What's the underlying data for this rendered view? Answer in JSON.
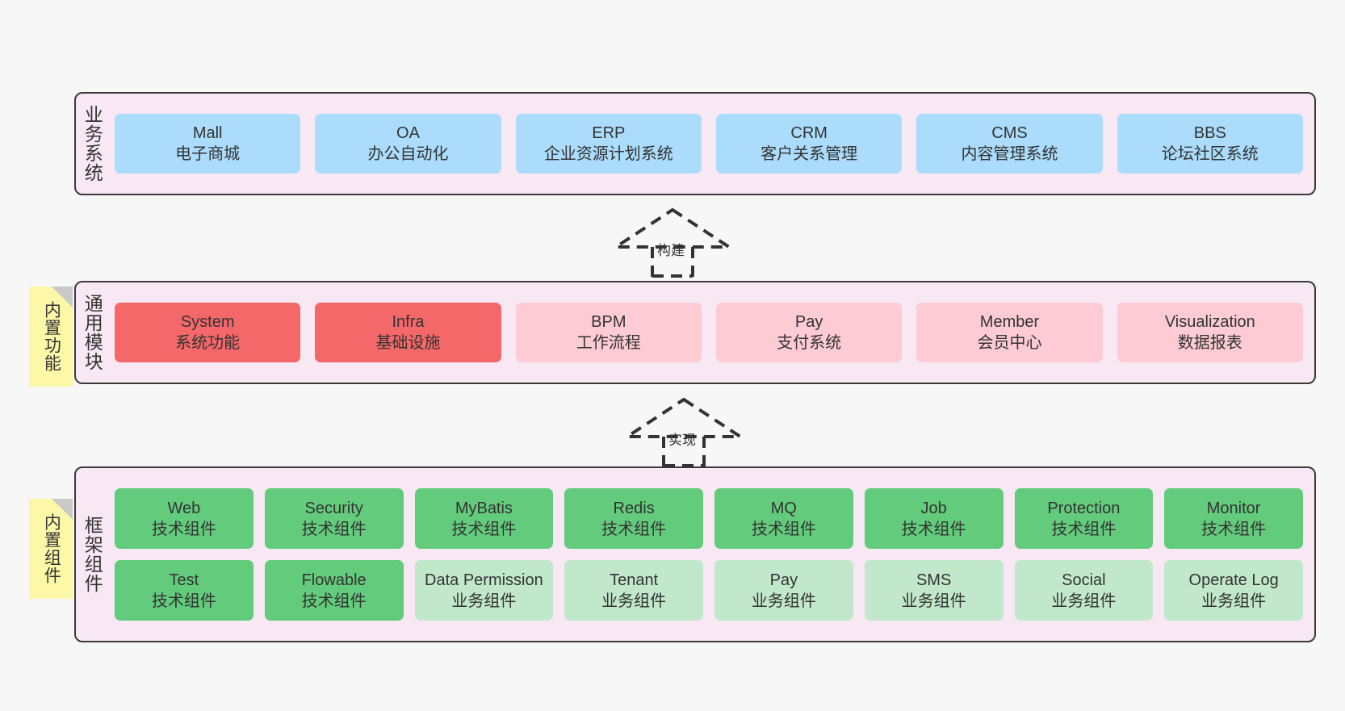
{
  "diagram": {
    "background_color": "#f7f7f7",
    "panel_color": "#f7e8f3",
    "panel_border_color": "#3a3a3a",
    "sticky_color": "#fcf8a8",
    "sticky_fold_color": "#c9c9c9"
  },
  "layers": [
    {
      "title": "业务系统",
      "sticky": null,
      "rows": [
        {
          "cells": [
            {
              "en": "Mall",
              "cn": "电子商城",
              "color": "#abdcfb",
              "style": "c-blue"
            },
            {
              "en": "OA",
              "cn": "办公自动化",
              "color": "#abdcfb",
              "style": "c-blue"
            },
            {
              "en": "ERP",
              "cn": "企业资源计划系统",
              "color": "#abdcfb",
              "style": "c-blue"
            },
            {
              "en": "CRM",
              "cn": "客户关系管理",
              "color": "#abdcfb",
              "style": "c-blue"
            },
            {
              "en": "CMS",
              "cn": "内容管理系统",
              "color": "#abdcfb",
              "style": "c-blue"
            },
            {
              "en": "BBS",
              "cn": "论坛社区系统",
              "color": "#abdcfb",
              "style": "c-blue"
            }
          ]
        }
      ]
    },
    {
      "title": "通用模块",
      "sticky": "内置功能",
      "rows": [
        {
          "cells": [
            {
              "en": "System",
              "cn": "系统功能",
              "color": "#f5686a",
              "style": "c-red"
            },
            {
              "en": "Infra",
              "cn": "基础设施",
              "color": "#f5686a",
              "style": "c-red"
            },
            {
              "en": "BPM",
              "cn": "工作流程",
              "color": "#fccbd3",
              "style": "c-pink"
            },
            {
              "en": "Pay",
              "cn": "支付系统",
              "color": "#fccbd3",
              "style": "c-pink"
            },
            {
              "en": "Member",
              "cn": "会员中心",
              "color": "#fccbd3",
              "style": "c-pink"
            },
            {
              "en": "Visualization",
              "cn": "数据报表",
              "color": "#fccbd3",
              "style": "c-pink"
            }
          ]
        }
      ]
    },
    {
      "title": "框架组件",
      "sticky": "内置组件",
      "rows": [
        {
          "cells": [
            {
              "en": "Web",
              "cn": "技术组件",
              "color": "#63cc7c",
              "style": "c-green"
            },
            {
              "en": "Security",
              "cn": "技术组件",
              "color": "#63cc7c",
              "style": "c-green"
            },
            {
              "en": "MyBatis",
              "cn": "技术组件",
              "color": "#63cc7c",
              "style": "c-green"
            },
            {
              "en": "Redis",
              "cn": "技术组件",
              "color": "#63cc7c",
              "style": "c-green"
            },
            {
              "en": "MQ",
              "cn": "技术组件",
              "color": "#63cc7c",
              "style": "c-green"
            },
            {
              "en": "Job",
              "cn": "技术组件",
              "color": "#63cc7c",
              "style": "c-green"
            },
            {
              "en": "Protection",
              "cn": "技术组件",
              "color": "#63cc7c",
              "style": "c-green"
            },
            {
              "en": "Monitor",
              "cn": "技术组件",
              "color": "#63cc7c",
              "style": "c-green"
            }
          ]
        },
        {
          "cells": [
            {
              "en": "Test",
              "cn": "技术组件",
              "color": "#63cc7c",
              "style": "c-green"
            },
            {
              "en": "Flowable",
              "cn": "技术组件",
              "color": "#63cc7c",
              "style": "c-green"
            },
            {
              "en": "Data Permission",
              "cn": "业务组件",
              "color": "#c2e8cc",
              "style": "c-greenlight wrap"
            },
            {
              "en": "Tenant",
              "cn": "业务组件",
              "color": "#c2e8cc",
              "style": "c-greenlight"
            },
            {
              "en": "Pay",
              "cn": "业务组件",
              "color": "#c2e8cc",
              "style": "c-greenlight"
            },
            {
              "en": "SMS",
              "cn": "业务组件",
              "color": "#c2e8cc",
              "style": "c-greenlight"
            },
            {
              "en": "Social",
              "cn": "业务组件",
              "color": "#c2e8cc",
              "style": "c-greenlight"
            },
            {
              "en": "Operate Log",
              "cn": "业务组件",
              "color": "#c2e8cc",
              "style": "c-greenlight"
            }
          ]
        }
      ]
    }
  ],
  "connectors": [
    {
      "label": "构建"
    },
    {
      "label": "实现"
    }
  ]
}
